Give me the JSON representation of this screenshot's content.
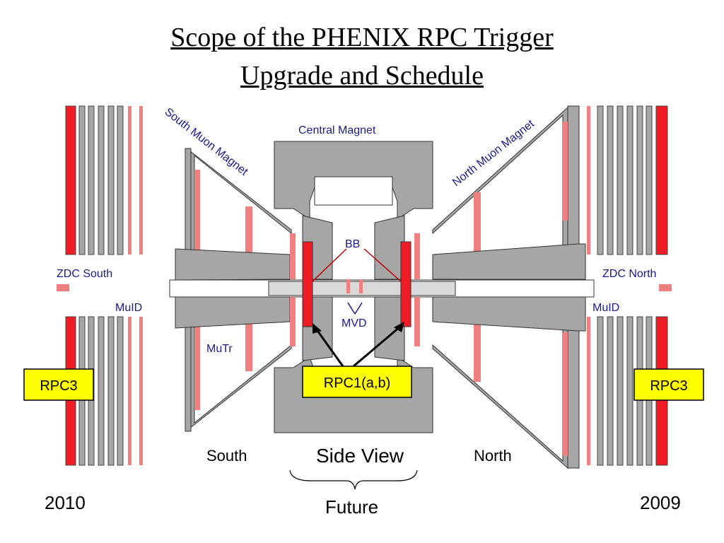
{
  "title": {
    "line1": "Scope of the  PHENIX RPC Trigger",
    "line2": "Upgrade and Schedule"
  },
  "labels": {
    "central_magnet": "Central Magnet",
    "south_muon_magnet": "South Muon Magnet",
    "north_muon_magnet": "North Muon Magnet",
    "bb": "BB",
    "mvd": "MVD",
    "zdc_south": "ZDC South",
    "zdc_north": "ZDC North",
    "muid_left": "MuID",
    "muid_right": "MuID",
    "mutr": "MuTr",
    "south": "South",
    "north": "North",
    "side_view": "Side View",
    "future": "Future",
    "year_left": "2010",
    "year_right": "2009"
  },
  "callouts": {
    "rpc3_left": "RPC3",
    "rpc3_right": "RPC3",
    "rpc1": "RPC1(a,b)"
  },
  "colors": {
    "detector_red": "#ee1c24",
    "detector_pink": "#f08080",
    "magnet_gray": "#a6a6a6",
    "label_blue": "#1a1a8c",
    "callout_yellow": "#ffff00"
  }
}
